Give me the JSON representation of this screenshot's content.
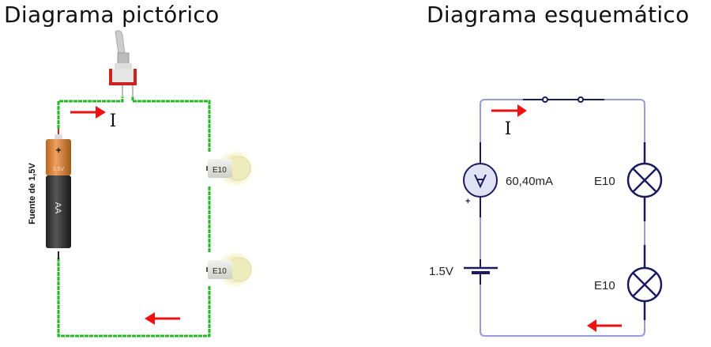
{
  "titles": {
    "pictorial": "Diagrama pictórico",
    "schematic": "Diagrama esquemático"
  },
  "pictorial": {
    "battery_label": "Fuente de 1,5V",
    "battery_plus": "+",
    "battery_voltage": "1.5V",
    "battery_type": "AA",
    "bulbs": [
      {
        "label": "E10"
      },
      {
        "label": "E10"
      }
    ],
    "current_label": "I"
  },
  "schematic": {
    "ammeter_reading": "60,40mA",
    "ammeter_plus": "+",
    "battery_voltage": "1.5V",
    "lamps": [
      {
        "label": "E10"
      },
      {
        "label": "E10"
      }
    ],
    "current_label": "I"
  },
  "colors": {
    "wire_pictorial": "#22bb22",
    "wire_schematic": "#9999dd",
    "component": "#1a1a5e",
    "arrow": "#ee1111"
  }
}
